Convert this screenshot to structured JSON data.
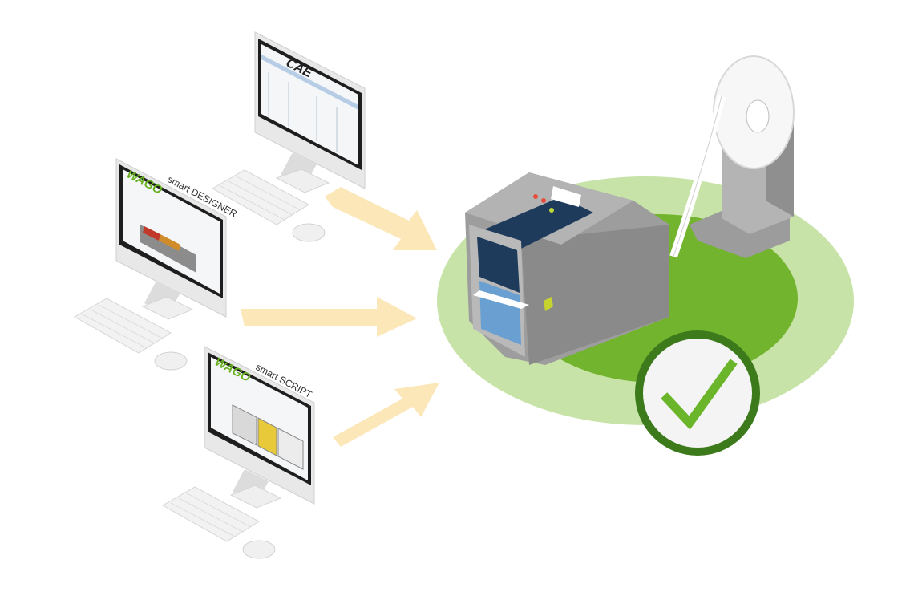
{
  "workstations": [
    {
      "id": "cae",
      "screen_title": "CAE",
      "brand": "",
      "product": ""
    },
    {
      "id": "designer",
      "screen_title": "",
      "brand": "WAGO",
      "product": "smart DESIGNER"
    },
    {
      "id": "script",
      "screen_title": "",
      "brand": "WAGO",
      "product": "smart SCRIPT"
    }
  ],
  "icons": [
    "monitor-icon",
    "keyboard-icon",
    "mouse-icon",
    "arrow-icon",
    "printer-icon",
    "label-roll-icon",
    "checkmark-icon"
  ],
  "colors": {
    "arrow": "#fbe7b8",
    "platform_light": "#c8e3a8",
    "platform_dark": "#72b42d",
    "check_ring": "#3c7a1c",
    "check_mark": "#6ab52a",
    "printer_body": "#9d9d9d",
    "printer_front": "#1f3b5c",
    "brand_green": "#6ab023"
  }
}
